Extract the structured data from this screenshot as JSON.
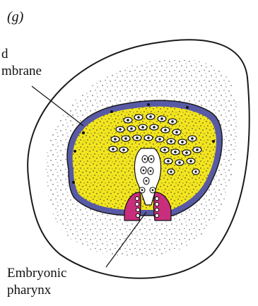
{
  "panel_label": "(g)",
  "labels": {
    "membrane_line1": "d",
    "membrane_line2": "mbrane",
    "pharynx_line1": "Embryonic",
    "pharynx_line2": "pharynx"
  },
  "colors": {
    "yolk": "#f2e51f",
    "membrane": "#585aa6",
    "pharynx": "#c92e7c",
    "outline": "#1a1a1a"
  }
}
